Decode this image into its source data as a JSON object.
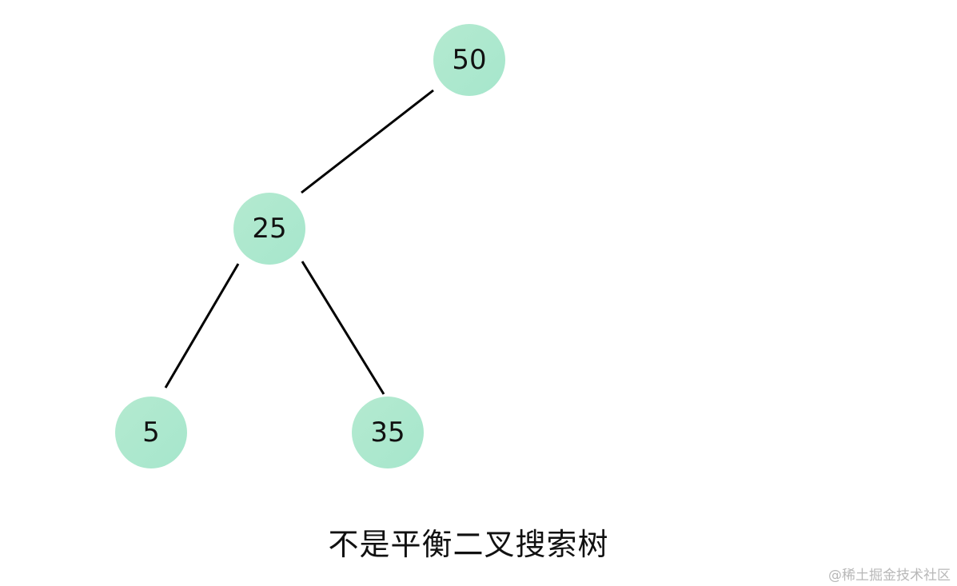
{
  "diagram": {
    "nodes": [
      {
        "id": "n50",
        "label": "50"
      },
      {
        "id": "n25",
        "label": "25"
      },
      {
        "id": "n5",
        "label": "5"
      },
      {
        "id": "n35",
        "label": "35"
      }
    ],
    "edges": [
      {
        "from": "n50",
        "to": "n25"
      },
      {
        "from": "n25",
        "to": "n5"
      },
      {
        "from": "n25",
        "to": "n35"
      }
    ],
    "node_color_start": "#b4ead0",
    "node_color_end": "#a6e6cc",
    "edge_color": "#000000"
  },
  "caption": "不是平衡二叉搜索树",
  "watermark": "@稀土掘金技术社区"
}
